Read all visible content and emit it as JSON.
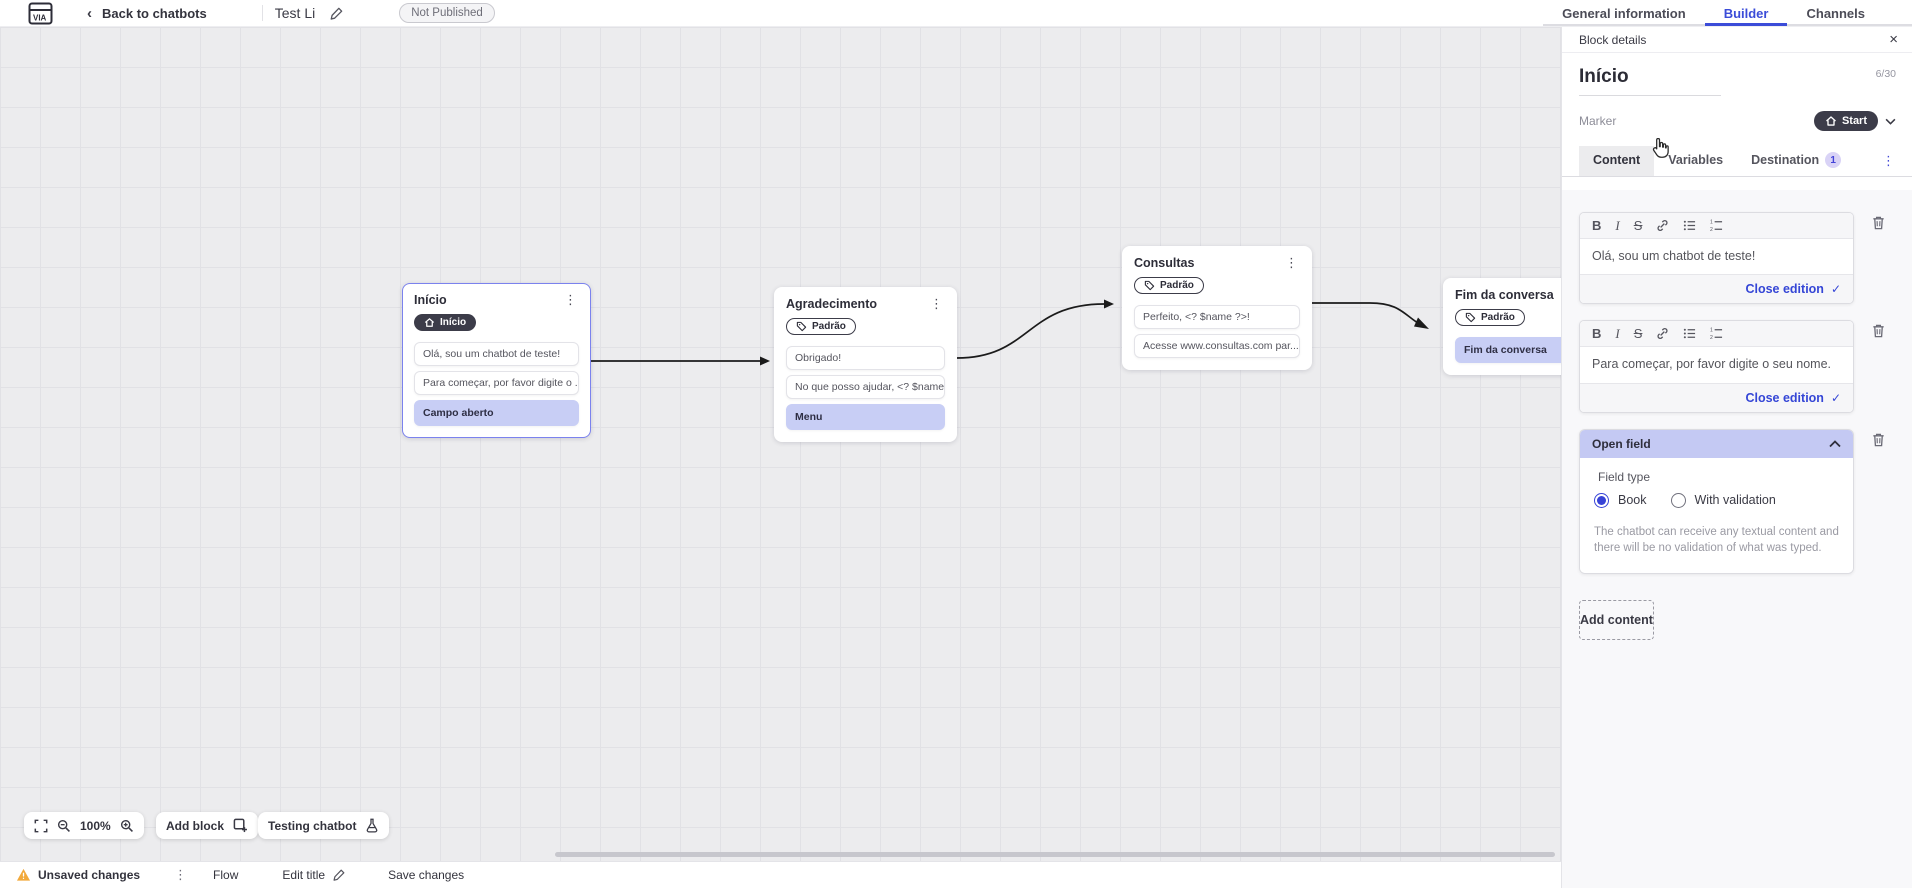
{
  "topbar": {
    "back_label": "Back to chatbots",
    "title": "Test Li",
    "status_badge": "Not Published",
    "tabs": [
      {
        "label": "General information",
        "active": false
      },
      {
        "label": "Builder",
        "active": true
      },
      {
        "label": "Channels",
        "active": false
      }
    ]
  },
  "canvas": {
    "blocks": [
      {
        "title": "Início",
        "marker": "Início",
        "rows": [
          {
            "text": "Olá, sou um chatbot de teste!",
            "type": "message"
          },
          {
            "text": "Para começar, por favor digite o ...",
            "type": "message"
          },
          {
            "text": "Campo aberto",
            "type": "open-field"
          }
        ]
      },
      {
        "title": "Agradecimento",
        "tag": "Padrão",
        "rows": [
          {
            "text": "Obrigado!",
            "type": "message"
          },
          {
            "text": "No que posso ajudar, <? $name ...",
            "type": "message"
          },
          {
            "text": "Menu",
            "type": "menu"
          }
        ]
      },
      {
        "title": "Consultas",
        "tag": "Padrão",
        "rows": [
          {
            "text": "Perfeito, <? $name ?>!",
            "type": "message"
          },
          {
            "text": "Acesse www.consultas.com par...",
            "type": "message"
          }
        ]
      },
      {
        "title": "Fim da conversa",
        "tag": "Padrão",
        "rows": [
          {
            "text": "Fim da conversa",
            "type": "end"
          }
        ]
      }
    ],
    "toolbar": {
      "zoom_level": "100%",
      "add_block_label": "Add block",
      "testing_chatbot_label": "Testing chatbot"
    }
  },
  "panel": {
    "header_title": "Block details",
    "block_title": "Início",
    "title_counter": "6/30",
    "marker_label": "Marker",
    "marker_value": "Start",
    "tabs": [
      {
        "label": "Content",
        "active": true
      },
      {
        "label": "Variables",
        "active": false
      },
      {
        "label": "Destination",
        "active": false,
        "badge": "1"
      }
    ],
    "editors": [
      {
        "text": "Olá, sou um chatbot de teste!",
        "action_label": "Close edition"
      },
      {
        "text": "Para começar, por favor digite o seu nome.",
        "action_label": "Close edition"
      }
    ],
    "open_field": {
      "header": "Open field",
      "field_type_label": "Field type",
      "options": [
        {
          "label": "Book",
          "selected": true
        },
        {
          "label": "With validation",
          "selected": false
        }
      ],
      "description": "The chatbot can receive any textual content and there will be no validation of what was typed."
    },
    "add_content_label": "Add content"
  },
  "statusbar": {
    "unsaved_label": "Unsaved changes",
    "flow_label": "Flow",
    "edit_title_label": "Edit title",
    "save_changes_label": "Save changes"
  },
  "icons": {
    "bold": "B",
    "italic": "I",
    "strikethrough": "S",
    "close": "×",
    "kebab": "⋮",
    "back_chevron": "‹",
    "check": "✓"
  },
  "colors": {
    "accent_blue": "#3b4cd8",
    "dark_pill": "#3c3c49",
    "purple_row": "#c8cef5",
    "open_field_header": "#c4c9f3",
    "warning": "#f2a93b",
    "canvas_bg": "#ececee"
  }
}
